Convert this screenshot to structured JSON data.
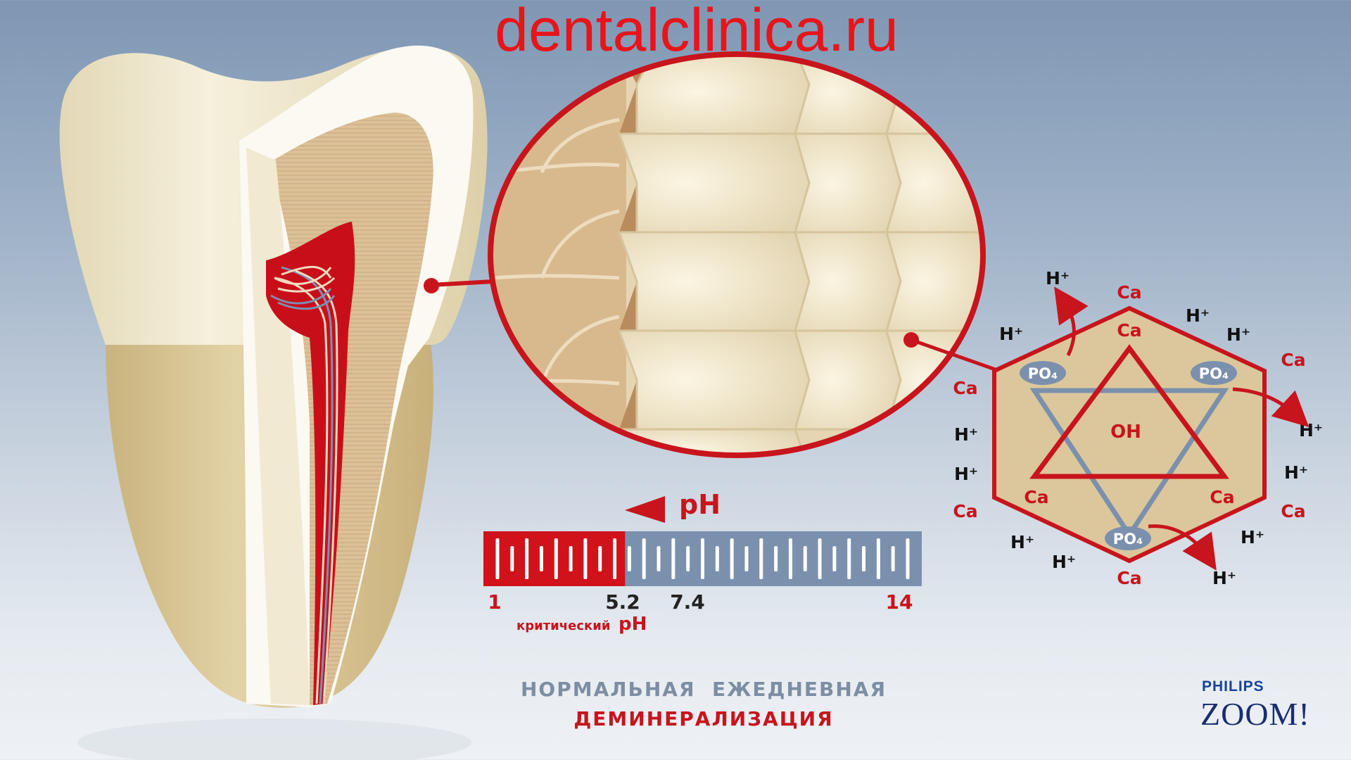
{
  "watermark": "dentalclinica.ru",
  "ph_scale": {
    "arrow_label": "pH",
    "min_label": "1",
    "critical_label": "5.2",
    "neutral_label": "7.4",
    "max_label": "14",
    "critical_caption_prefix": "критический",
    "critical_caption_suffix": "pH",
    "critical_value": 5.2,
    "range": [
      1,
      14
    ],
    "colors": {
      "acid": "#d0121a",
      "neutral": "#7b90ad"
    }
  },
  "crystal": {
    "center_label": "OH",
    "ca_label": "Ca",
    "po4_label": "PO₄",
    "hplus_label": "H⁺"
  },
  "caption": {
    "line1": "НОРМАЛЬНАЯ  ЕЖЕДНЕВНАЯ",
    "line2": "ДЕМИНЕРАЛИЗАЦИЯ"
  },
  "brand": {
    "top": "PHILIPS",
    "name": "ZOOM!"
  },
  "colors": {
    "accent_red": "#c8141c",
    "enamel": "#efe7cf",
    "dentin": "#d9bd92"
  }
}
